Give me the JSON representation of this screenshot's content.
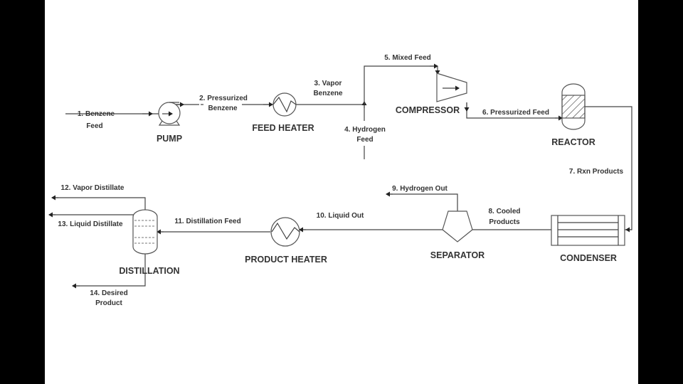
{
  "diagram": {
    "type": "process-flow-diagram",
    "equipment": {
      "pump": "PUMP",
      "feed_heater": "FEED HEATER",
      "compressor": "COMPRESSOR",
      "reactor": "REACTOR",
      "condenser": "CONDENSER",
      "separator": "SEPARATOR",
      "product_heater": "PRODUCT HEATER",
      "distillation": "DISTILLATION"
    },
    "streams": [
      {
        "id": 1,
        "lines": [
          "1. Benzene",
          "Feed"
        ]
      },
      {
        "id": 2,
        "lines": [
          "2. Pressurized",
          "Benzene"
        ]
      },
      {
        "id": 3,
        "lines": [
          "3. Vapor",
          "Benzene"
        ]
      },
      {
        "id": 4,
        "lines": [
          "4. Hydrogen",
          "Feed"
        ]
      },
      {
        "id": 5,
        "lines": [
          "5. Mixed Feed"
        ]
      },
      {
        "id": 6,
        "lines": [
          "6. Pressurized Feed"
        ]
      },
      {
        "id": 7,
        "lines": [
          "7. Rxn Products"
        ]
      },
      {
        "id": 8,
        "lines": [
          "8. Cooled",
          "Products"
        ]
      },
      {
        "id": 9,
        "lines": [
          "9. Hydrogen Out"
        ]
      },
      {
        "id": 10,
        "lines": [
          "10. Liquid Out"
        ]
      },
      {
        "id": 11,
        "lines": [
          "11. Distillation Feed"
        ]
      },
      {
        "id": 12,
        "lines": [
          "12. Vapor Distillate"
        ]
      },
      {
        "id": 13,
        "lines": [
          "13. Liquid Distillate"
        ]
      },
      {
        "id": 14,
        "lines": [
          "14. Desired",
          "Product"
        ]
      }
    ],
    "colors": {
      "line": "#444444",
      "text": "#333333",
      "background": "#ffffff",
      "border": "#000000"
    }
  }
}
